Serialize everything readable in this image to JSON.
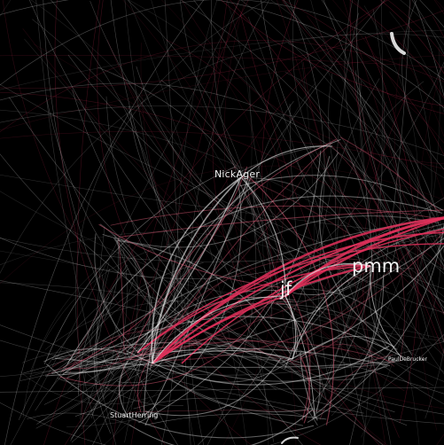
{
  "graph": {
    "background": "#000000",
    "edge_color_dim": "#ffffff",
    "edge_color_strong": "#e0305a",
    "nodes": [
      {
        "id": "pmm",
        "label": "pmm"
      },
      {
        "id": "jf",
        "label": "jf"
      },
      {
        "id": "nickager",
        "label": "NickAger"
      },
      {
        "id": "stuartherring",
        "label": "StuartHerring"
      },
      {
        "id": "pauldebrucker",
        "label": "PaulDeBrucker"
      }
    ]
  }
}
